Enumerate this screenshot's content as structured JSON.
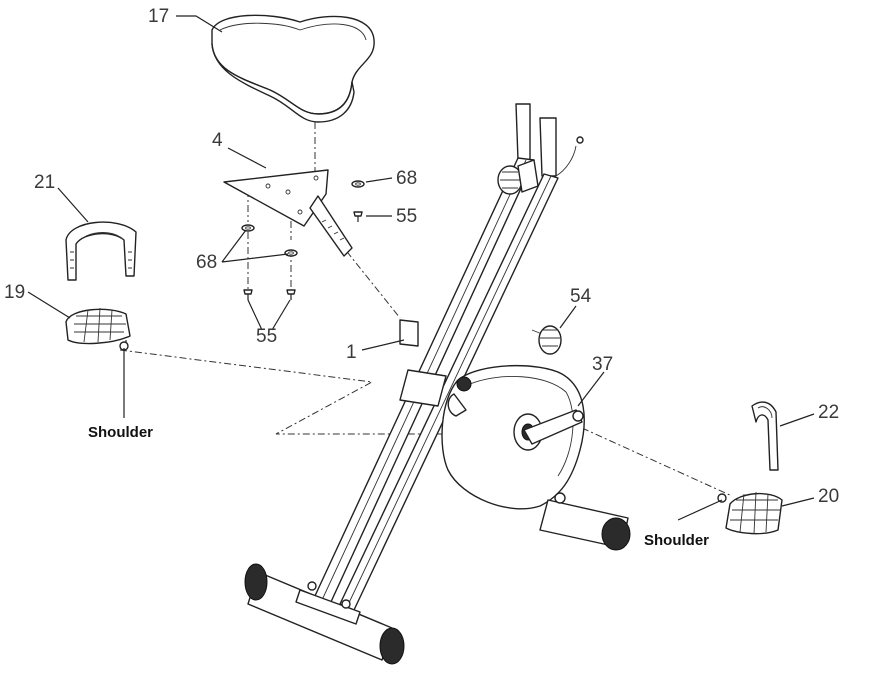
{
  "callouts": {
    "c17": "17",
    "c4": "4",
    "c68a": "68",
    "c55a": "55",
    "c21": "21",
    "c68b": "68",
    "c19": "19",
    "c55b": "55",
    "c54": "54",
    "c1": "1",
    "c37": "37",
    "c22": "22",
    "c20": "20"
  },
  "labels": {
    "shoulder_left": "Shoulder",
    "shoulder_right": "Shoulder"
  }
}
